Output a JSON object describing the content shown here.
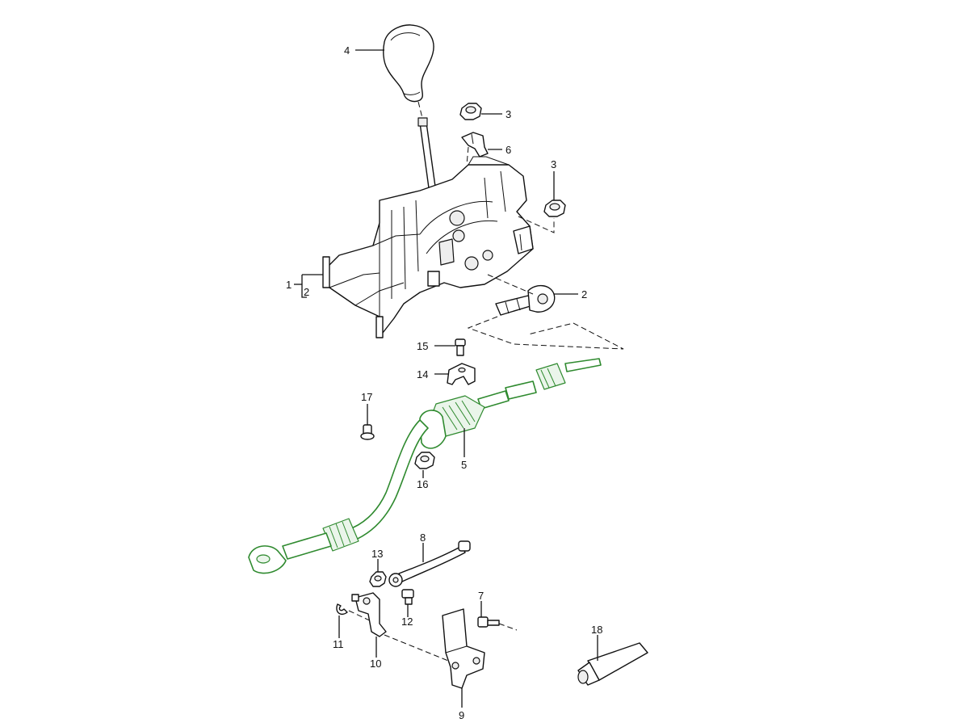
{
  "diagram": {
    "callouts": [
      {
        "id": "c4",
        "label": "4"
      },
      {
        "id": "c3a",
        "label": "3"
      },
      {
        "id": "c6",
        "label": "6"
      },
      {
        "id": "c3b",
        "label": "3"
      },
      {
        "id": "c1",
        "label": "1"
      },
      {
        "id": "c1sub",
        "label": "2"
      },
      {
        "id": "c2",
        "label": "2"
      },
      {
        "id": "c15",
        "label": "15"
      },
      {
        "id": "c14",
        "label": "14"
      },
      {
        "id": "c17",
        "label": "17"
      },
      {
        "id": "c5",
        "label": "5"
      },
      {
        "id": "c16",
        "label": "16"
      },
      {
        "id": "c8",
        "label": "8"
      },
      {
        "id": "c13",
        "label": "13"
      },
      {
        "id": "c7",
        "label": "7"
      },
      {
        "id": "c12",
        "label": "12"
      },
      {
        "id": "c11",
        "label": "11"
      },
      {
        "id": "c10",
        "label": "10"
      },
      {
        "id": "c18",
        "label": "18"
      },
      {
        "id": "c9",
        "label": "9"
      }
    ]
  }
}
